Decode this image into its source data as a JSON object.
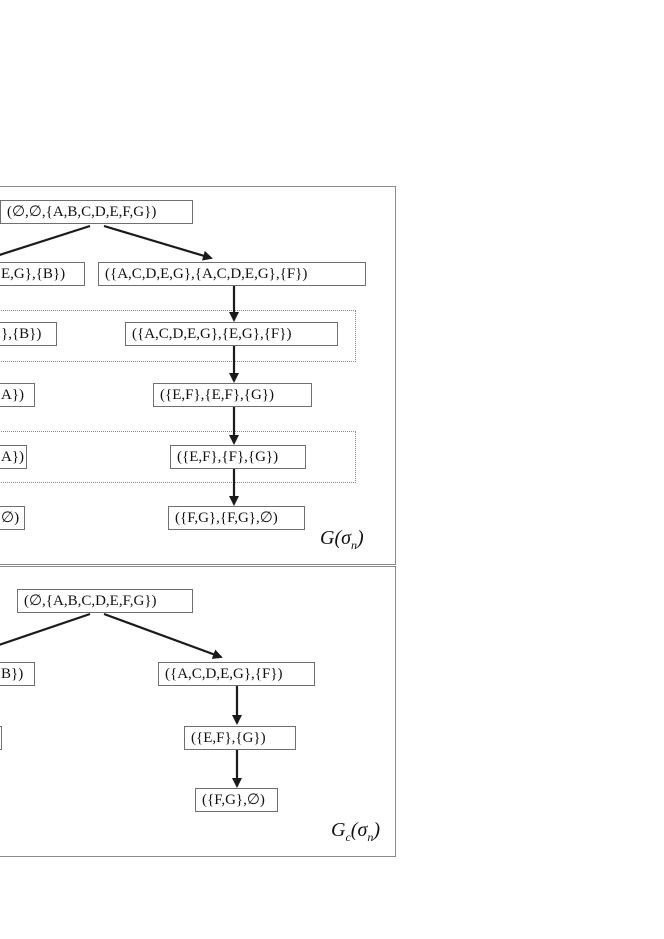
{
  "graph_top": {
    "label": "G(σn)",
    "nodes": {
      "root": "(∅,∅,{A,B,C,D,E,F,G})",
      "left_1": "E,G},{B})",
      "right_1": "({A,C,D,E,G},{A,C,D,E,G},{F})",
      "left_2": "},{B})",
      "right_2": "({A,C,D,E,G},{E,G},{F})",
      "left_3": "A})",
      "right_3": "({E,F},{E,F},{G})",
      "left_4": "A})",
      "right_4": "({E,F},{F},{G})",
      "left_5": "∅)",
      "right_5": "({F,G},{F,G},∅)"
    }
  },
  "graph_bottom": {
    "label": "Gc(σn)",
    "nodes": {
      "root": "(∅,{A,B,C,D,E,F,G})",
      "left_1": "B})",
      "right_1": "({A,C,D,E,G},{F})",
      "right_2": "({E,F},{G})",
      "right_3": "({F,G},∅)"
    }
  }
}
